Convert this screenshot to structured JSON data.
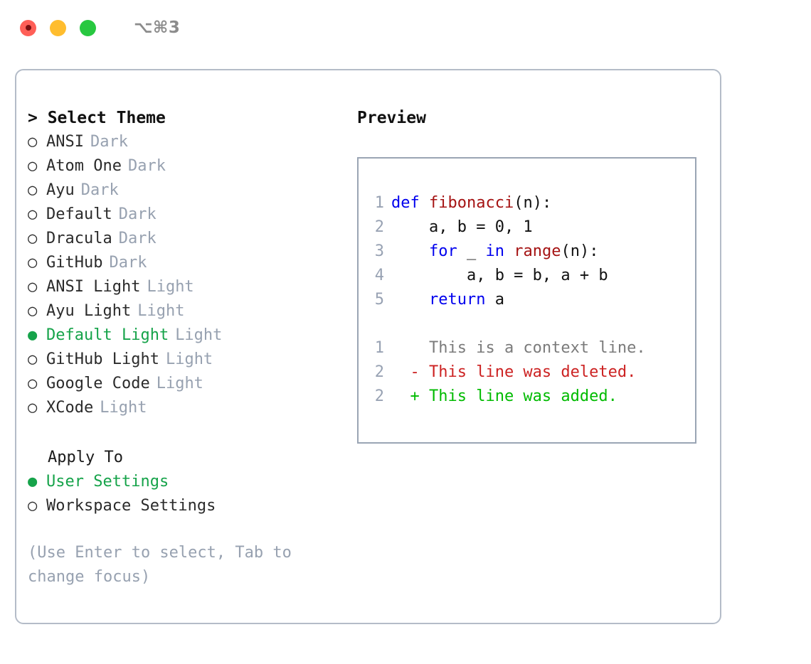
{
  "titlebar": {
    "shortcut": "⌥⌘3",
    "lights": [
      {
        "name": "close",
        "color": "#ff5f57"
      },
      {
        "name": "minimize",
        "color": "#ffbd2e"
      },
      {
        "name": "maximize",
        "color": "#28c840"
      }
    ]
  },
  "theme_panel": {
    "heading": "> Select Theme",
    "bullet_on": "●",
    "bullet_off": "○",
    "selected_color": "#16a34a",
    "themes": [
      {
        "label": "ANSI",
        "tag": "Dark",
        "selected": false
      },
      {
        "label": "Atom One",
        "tag": "Dark",
        "selected": false
      },
      {
        "label": "Ayu",
        "tag": "Dark",
        "selected": false
      },
      {
        "label": "Default",
        "tag": "Dark",
        "selected": false
      },
      {
        "label": "Dracula",
        "tag": "Dark",
        "selected": false
      },
      {
        "label": "GitHub",
        "tag": "Dark",
        "selected": false
      },
      {
        "label": "ANSI Light",
        "tag": "Light",
        "selected": false
      },
      {
        "label": "Ayu Light",
        "tag": "Light",
        "selected": false
      },
      {
        "label": "Default Light",
        "tag": "Light",
        "selected": true
      },
      {
        "label": "GitHub Light",
        "tag": "Light",
        "selected": false
      },
      {
        "label": "Google Code",
        "tag": "Light",
        "selected": false
      },
      {
        "label": "XCode",
        "tag": "Light",
        "selected": false
      }
    ],
    "apply_to_heading": "Apply To",
    "apply_to_options": [
      {
        "label": "User Settings",
        "selected": true
      },
      {
        "label": "Workspace Settings",
        "selected": false
      }
    ],
    "hint": "(Use Enter to select, Tab to change focus)"
  },
  "preview_panel": {
    "heading": "Preview",
    "code_lines": [
      {
        "no": "1",
        "tokens": [
          {
            "t": "def",
            "c": "kw"
          },
          {
            "t": " ",
            "c": "plain"
          },
          {
            "t": "fibonacci",
            "c": "fn"
          },
          {
            "t": "(n):",
            "c": "plain"
          }
        ]
      },
      {
        "no": "2",
        "tokens": [
          {
            "t": "    a, b = 0, 1",
            "c": "plain"
          }
        ]
      },
      {
        "no": "3",
        "tokens": [
          {
            "t": "    ",
            "c": "plain"
          },
          {
            "t": "for",
            "c": "kw"
          },
          {
            "t": " _ ",
            "c": "plain"
          },
          {
            "t": "in",
            "c": "kw"
          },
          {
            "t": " ",
            "c": "plain"
          },
          {
            "t": "range",
            "c": "fn"
          },
          {
            "t": "(n):",
            "c": "plain"
          }
        ]
      },
      {
        "no": "4",
        "tokens": [
          {
            "t": "        a, b = b, a + b",
            "c": "plain"
          }
        ]
      },
      {
        "no": "5",
        "tokens": [
          {
            "t": "    ",
            "c": "plain"
          },
          {
            "t": "return",
            "c": "kw"
          },
          {
            "t": " a",
            "c": "plain"
          }
        ]
      }
    ],
    "diff_lines": [
      {
        "no": "1",
        "marker": "  ",
        "text": "This is a context line.",
        "kind": "diff-ctx"
      },
      {
        "no": "2",
        "marker": "- ",
        "text": "This line was deleted.",
        "kind": "diff-del"
      },
      {
        "no": "2",
        "marker": "+ ",
        "text": "This line was added.",
        "kind": "diff-add"
      }
    ]
  }
}
